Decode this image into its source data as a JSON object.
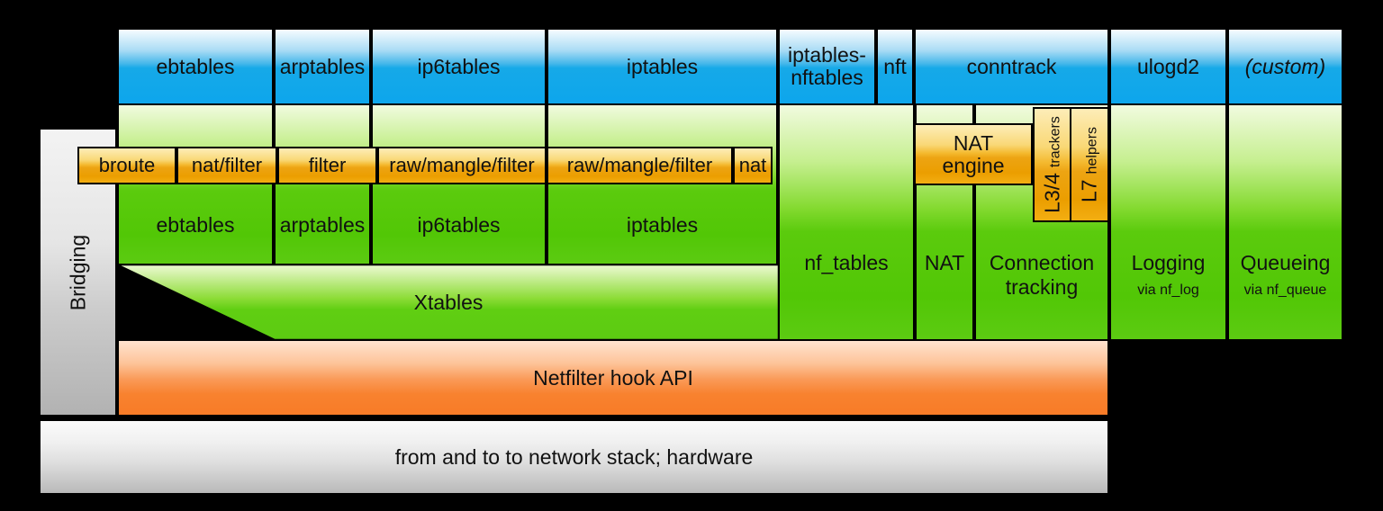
{
  "title": "Netfilter components diagram",
  "colors": {
    "userspace_blue": "#0da6ec",
    "kernel_green": "#5bcb0d",
    "table_orange": "#f0a500",
    "hook_api_orange": "#f8822f",
    "hardware_gray": "#c8c8c8",
    "bridging_gray": "#c2c2c2",
    "background": "#000000"
  },
  "top_row": [
    {
      "label": "ebtables"
    },
    {
      "label": "arptables"
    },
    {
      "label": "ip6tables"
    },
    {
      "label": "iptables"
    },
    {
      "line1": "iptables-",
      "line2": "nftables"
    },
    {
      "label": "nft"
    },
    {
      "label": "conntrack"
    },
    {
      "label": "ulogd2"
    },
    {
      "label": "(custom)"
    }
  ],
  "tables_row": [
    {
      "label": "broute"
    },
    {
      "label": "nat/filter"
    },
    {
      "label": "filter"
    },
    {
      "label": "raw/mangle/filter"
    },
    {
      "label": "raw/mangle/filter"
    },
    {
      "label": "nat"
    }
  ],
  "kernel_row": [
    {
      "label": "ebtables"
    },
    {
      "label": "arptables"
    },
    {
      "label": "ip6tables"
    },
    {
      "label": "iptables"
    }
  ],
  "xtables_label": "Xtables",
  "columns": {
    "nf_tables": "nf_tables",
    "nat": "NAT",
    "conn_line1": "Connection",
    "conn_line2": "tracking",
    "logging_title": "Logging",
    "logging_sub": "via nf_log",
    "queueing_title": "Queueing",
    "queueing_sub": "via nf_queue"
  },
  "overlays": {
    "nat_engine_line1": "NAT",
    "nat_engine_line2": "engine",
    "l34_big": "L3/4",
    "l34_small": "trackers",
    "l7_big": "L7",
    "l7_small": "helpers"
  },
  "bridging_label": "Bridging",
  "hook_api_label": "Netfilter hook API",
  "bottom_label": "from and to to network stack; hardware"
}
